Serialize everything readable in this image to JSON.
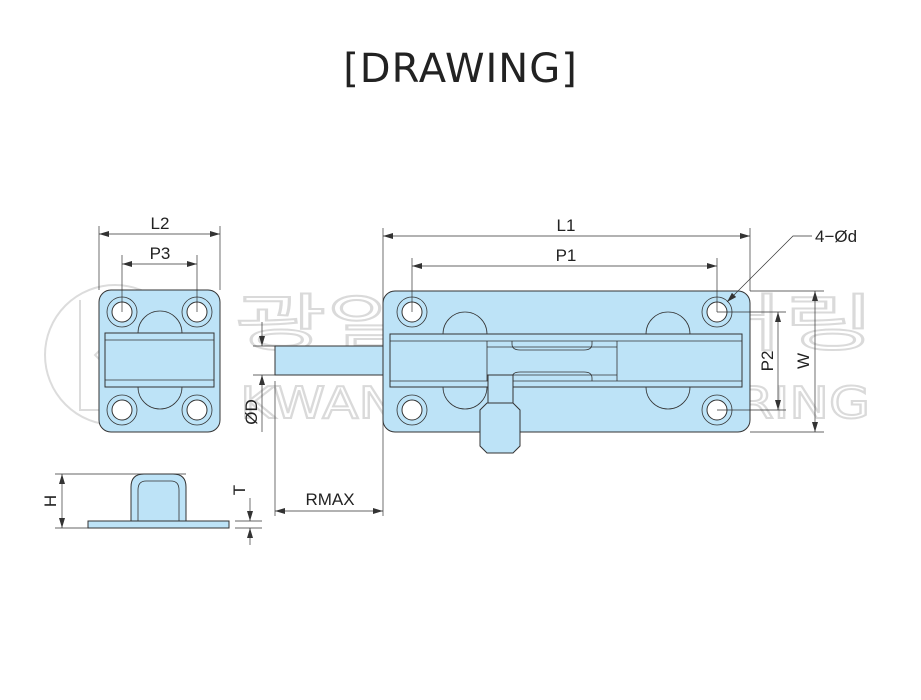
{
  "title": "[DRAWING]",
  "watermark": {
    "korean": "광일엔지니어링",
    "english": "KWANGIL ENGINEERING"
  },
  "dimensions": {
    "L1": "L1",
    "P1": "P1",
    "L2": "L2",
    "P3": "P3",
    "P2": "P2",
    "W": "W",
    "hole": "4−Ød",
    "D": "ØD",
    "RMAX": "RMAX",
    "H": "H",
    "T": "T"
  },
  "colors": {
    "part_fill": "#bde3f7",
    "line": "#333333"
  }
}
